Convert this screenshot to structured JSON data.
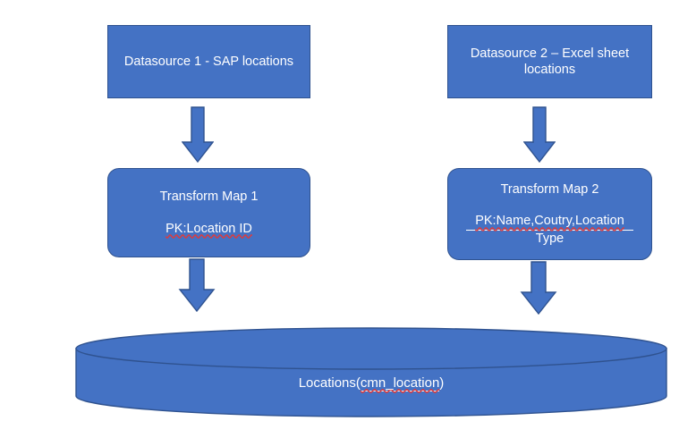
{
  "diagram": {
    "title": "Datasource to transform map to locations table flow",
    "colors": {
      "shape_fill": "#4472C4",
      "shape_outline": "#2F528F",
      "shape_text": "#FFFFFF",
      "canvas_background": "#FFFFFF",
      "spellcheck_squiggle": "#E03A3A"
    },
    "nodes": {
      "datasource1": {
        "label": "Datasource 1 - SAP locations",
        "shape": "rectangle"
      },
      "datasource2": {
        "label": "Datasource 2 – Excel sheet locations",
        "shape": "rectangle"
      },
      "transform_map1": {
        "title": "Transform Map 1",
        "primary_key": "PK:Location ID",
        "shape": "rounded-rectangle"
      },
      "transform_map2": {
        "title": "Transform Map 2",
        "primary_key_part1": "PK:Name,Coutry,Location",
        "primary_key_part2": "Type",
        "shape": "rounded-rectangle"
      },
      "database": {
        "label_prefix": "Locations( ",
        "label_table": "cmn_location",
        "label_suffix": ")",
        "shape": "cylinder"
      }
    },
    "arrows": [
      {
        "name": "datasource1-to-transform-map1",
        "direction": "down"
      },
      {
        "name": "datasource2-to-transform-map2",
        "direction": "down"
      },
      {
        "name": "transform-map1-to-database",
        "direction": "down"
      },
      {
        "name": "transform-map2-to-database",
        "direction": "down"
      }
    ]
  }
}
